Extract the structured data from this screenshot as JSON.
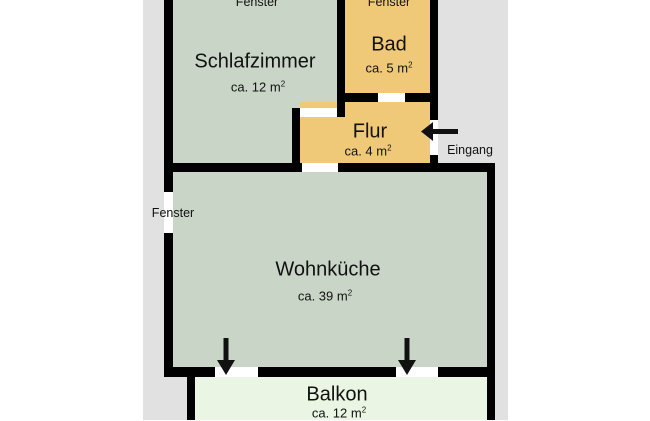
{
  "colors": {
    "background": "#e1e1e1",
    "living": "#c9d6c7",
    "wet": "#f0c978",
    "balcony": "#eaf5e3",
    "wall": "#000000"
  },
  "rooms": {
    "schlafzimmer": {
      "name": "Schlafzimmer",
      "area": "ca. 12 m",
      "unit_exp": "2"
    },
    "bad": {
      "name": "Bad",
      "area": "ca. 5 m",
      "unit_exp": "2"
    },
    "flur": {
      "name": "Flur",
      "area": "ca. 4 m",
      "unit_exp": "2"
    },
    "wohnkueche": {
      "name": "Wohnküche",
      "area": "ca. 39 m",
      "unit_exp": "2"
    },
    "balkon": {
      "name": "Balkon",
      "area": "ca. 12 m",
      "unit_exp": "2"
    }
  },
  "labels": {
    "window": "Fenster",
    "entrance": "Eingang"
  },
  "icons": [
    "arrow-left-icon",
    "arrow-down-icon",
    "arrow-down-icon"
  ]
}
